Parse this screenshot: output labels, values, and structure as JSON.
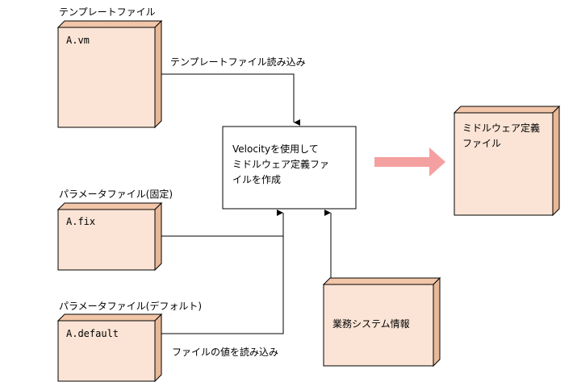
{
  "template_file": {
    "title": "テンプレートファイル",
    "file_name": "A.vm",
    "read_label": "テンプレートファイル読み込み"
  },
  "velocity": {
    "line1": "Velocityを使用して",
    "line2": "ミドルウェア定義ファ",
    "line3": "イルを作成"
  },
  "output_file": {
    "line1": "ミドルウェア定義",
    "line2": "ファイル"
  },
  "param_fixed": {
    "title": "パラメータファイル(固定)",
    "file_name": "A.fix"
  },
  "param_default": {
    "title": "パラメータファイル(デフォルト)",
    "file_name": "A.default",
    "read_label": "ファイルの値を読み込み"
  },
  "business_system": {
    "label": "業務システム情報"
  },
  "colors": {
    "box_front": "#fbe4d5",
    "box_side": "#f2c6a9",
    "box_stroke": "#000000",
    "arrow_pink": "#f5a0a0"
  }
}
